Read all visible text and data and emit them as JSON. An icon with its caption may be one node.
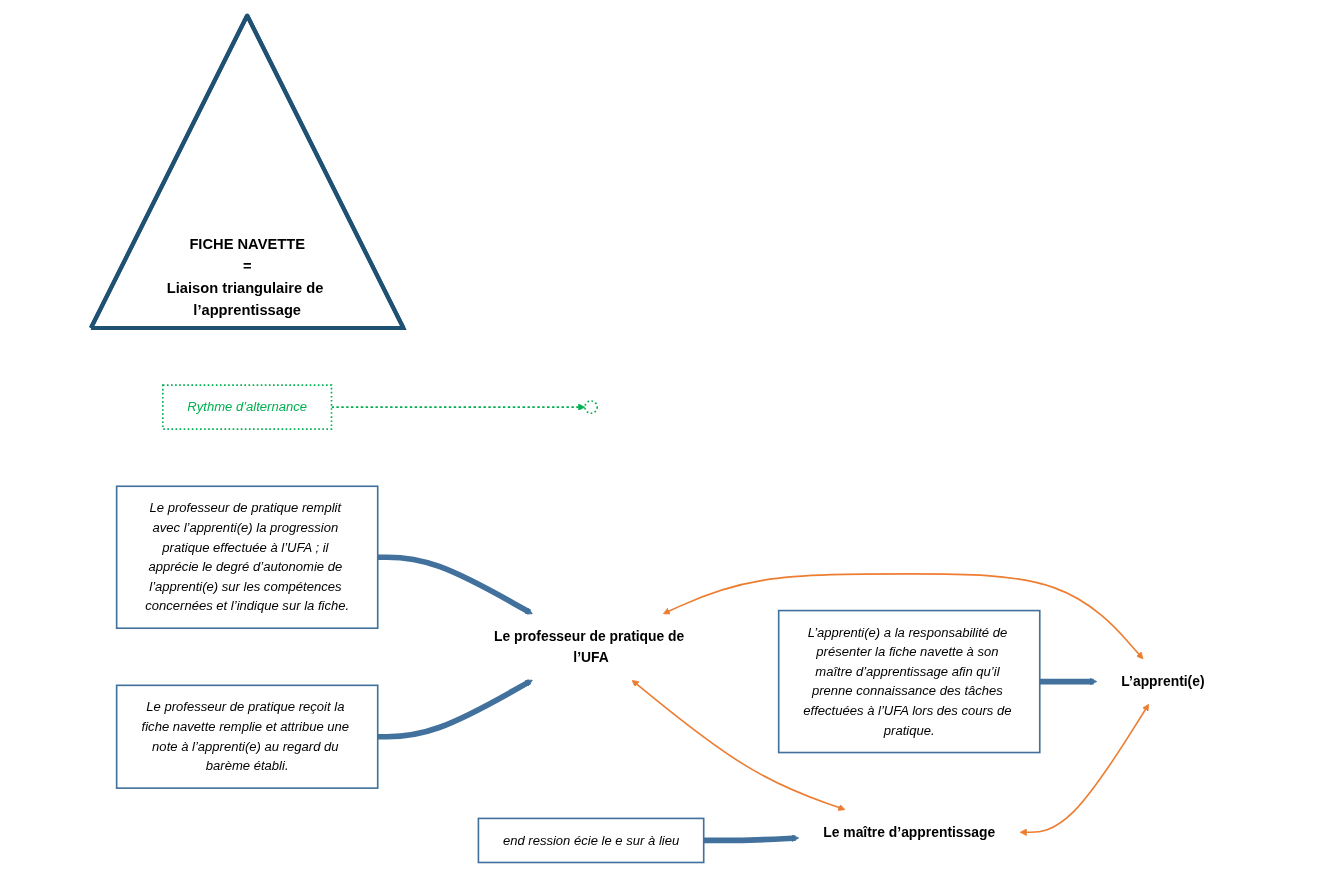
{
  "diagram": {
    "nodes": [
      {
        "text": [
          "Le professeur de pratique de l’UFA"
        ]
      },
      {
        "text": [
          "Le maître d’apprentissage"
        ]
      },
      {
        "text": [
          "L’apprenti(e)"
        ]
      },
      {
        "text": [
          "FICHE NAVETTE",
          "=",
          "Liaison triangulaire de l’apprentissage"
        ]
      },
      {
        "text": [],
        "shape": "circle"
      },
      {
        "text": [
          "Rythme d’alternance"
        ]
      },
      {
        "text": [
          "Le professeur de pratique reçoit la fiche navette remplie et attribue une note à l’apprenti(e) au regard du barème établi."
        ]
      },
      {
        "text": [
          "Le professeur de pratique remplit avec l’apprenti(e) la progression pratique effectuée à l’UFA ; il apprécie le degré d’autonomie de l’apprenti(e) sur les compétences concernées et l’indique sur la fiche."
        ]
      },
      {
        "text": [
          "end ression écie le e sur à lieu"
        ]
      },
      {
        "text": [
          "L’apprenti(e) a la responsabilité de présenter la fiche navette à son maître d’apprentissage afin qu’il prenne connaissance des tâches effectuées à l’UFA lors des cours de pratique."
        ]
      }
    ],
    "edges": [
      {
        "from": 6,
        "to": 0,
        "arrow": "to",
        "style": "thick"
      },
      {
        "from": 7,
        "to": 0,
        "arrow": "to",
        "style": "thick"
      },
      {
        "from": 8,
        "to": 1,
        "arrow": "to",
        "style": "thick"
      },
      {
        "from": 9,
        "to": 2,
        "arrow": "to",
        "style": "thick"
      },
      {
        "from": 0,
        "to": 1,
        "arrow": "both",
        "color": "#ed7d31"
      },
      {
        "from": 0,
        "to": 2,
        "arrow": "both",
        "color": "#ed7d31"
      },
      {
        "from": 5,
        "to": 4,
        "arrow": "to",
        "style": "dashed",
        "color": "#00b050"
      },
      {
        "from": 1,
        "to": 2,
        "arrow": "both",
        "color": "#ed7d31"
      }
    ]
  }
}
